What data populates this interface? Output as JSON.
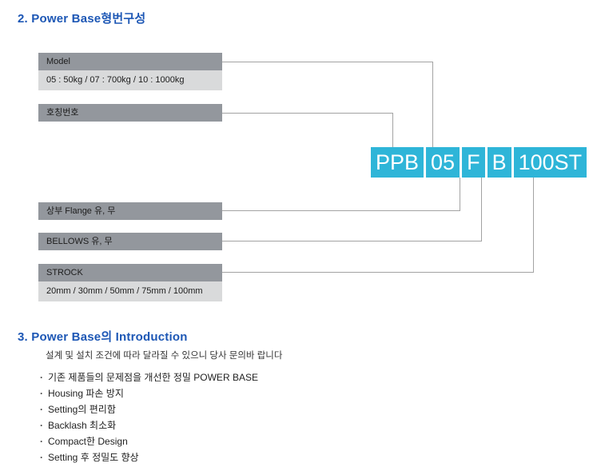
{
  "section2": {
    "title": "2. Power Base형번구성",
    "diagram": {
      "labels": [
        {
          "header": "Model",
          "sub": "05 : 50kg / 07 : 700kg / 10 : 1000kg"
        },
        {
          "header": "호칭번호"
        },
        {
          "header": "상부 Flange 유, 무"
        },
        {
          "header": "BELLOWS 유, 무"
        },
        {
          "header": "STROCK",
          "sub": "20mm / 30mm / 50mm / 75mm / 100mm"
        }
      ],
      "code_segments": [
        "PPB",
        "05",
        "F",
        "B",
        "100ST"
      ],
      "colors": {
        "code_bg": "#2eb5d8",
        "code_text": "#ffffff",
        "header_bg": "#93979d",
        "sub_bg": "#d9dadb",
        "line": "#a3a3a3",
        "title_blue": "#1d57b5"
      }
    }
  },
  "section3": {
    "title": "3. Power Base의 Introduction",
    "subtitle": "설계 및 설치 조건에 따라 달라질 수 있으니 당사 문의바 랍니다",
    "bullet_char": "·",
    "bullets": [
      "기존 제품들의 문제점을 개선한 정밀 POWER BASE",
      "Housing 파손 방지",
      "Setting의 편리함",
      "Backlash 최소화",
      "Compact한 Design",
      "Setting 후 정밀도 향상"
    ]
  }
}
